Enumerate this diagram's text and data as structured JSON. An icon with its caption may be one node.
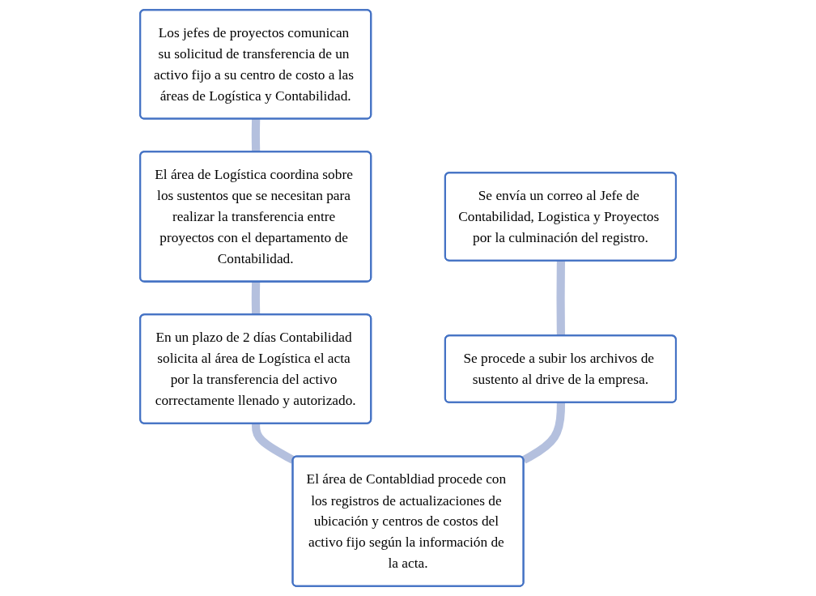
{
  "diagram": {
    "nodes": [
      {
        "text": [
          "Los jefes de proyectos comunican su solicitud de transferencia de un activo fijo a su centro de costo a las áreas de Logística y Contabilidad."
        ]
      },
      {
        "text": [
          "El área de Logística coordina sobre los sustentos que se necesitan para realizar la transferencia entre proyectos con el departamento de Contabilidad."
        ]
      },
      {
        "text": [
          "En un plazo de 2 días Contabilidad solicita al área de Logística el acta por la transferencia del activo correctamente llenado y autorizado."
        ]
      },
      {
        "text": [
          "El área de Contabldiad procede con los registros de actualizaciones de ubicación y centros de costos del activo fijo según la información de la acta."
        ]
      },
      {
        "text": [
          "Se procede a subir los archivos de sustento al drive de la empresa."
        ]
      },
      {
        "text": [
          "Se envía un correo al Jefe de Contabilidad, Logistica y Proyectos por la culminación del registro."
        ]
      }
    ],
    "edges": [
      {
        "from": 0,
        "to": 1,
        "arrow": "none"
      },
      {
        "from": 1,
        "to": 2,
        "arrow": "none"
      },
      {
        "from": 2,
        "to": 3,
        "arrow": "none"
      },
      {
        "from": 3,
        "to": 4,
        "arrow": "none"
      },
      {
        "from": 4,
        "to": 5,
        "arrow": "none"
      }
    ]
  }
}
